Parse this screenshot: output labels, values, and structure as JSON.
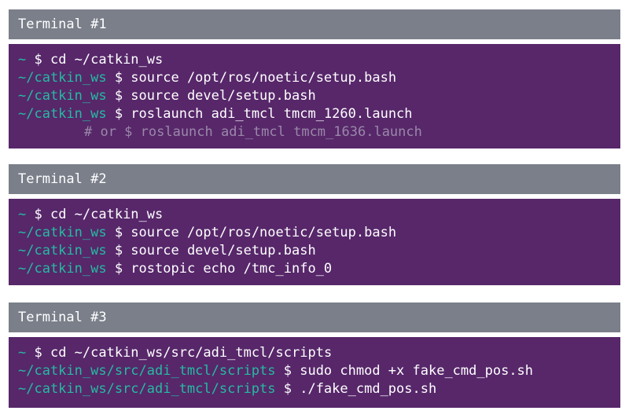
{
  "terminals": [
    {
      "title": "Terminal #1",
      "lines": [
        {
          "path": "~",
          "cmd": " $ cd ~/catkin_ws"
        },
        {
          "path": "~/catkin_ws",
          "cmd": " $ source /opt/ros/noetic/setup.bash"
        },
        {
          "path": "~/catkin_ws",
          "cmd": " $ source devel/setup.bash"
        },
        {
          "path": "~/catkin_ws",
          "cmd": " $ roslaunch adi_tmcl tmcm_1260.launch"
        }
      ],
      "comment": "# or $ roslaunch adi_tmcl tmcm_1636.launch"
    },
    {
      "title": "Terminal #2",
      "lines": [
        {
          "path": "~",
          "cmd": " $ cd ~/catkin_ws"
        },
        {
          "path": "~/catkin_ws",
          "cmd": " $ source /opt/ros/noetic/setup.bash"
        },
        {
          "path": "~/catkin_ws",
          "cmd": " $ source devel/setup.bash"
        },
        {
          "path": "~/catkin_ws",
          "cmd": " $ rostopic echo /tmc_info_0"
        }
      ]
    },
    {
      "title": "Terminal #3",
      "lines": [
        {
          "path": "~",
          "cmd": " $ cd ~/catkin_ws/src/adi_tmcl/scripts"
        },
        {
          "path": "~/catkin_ws/src/adi_tmcl/scripts",
          "cmd": " $ sudo chmod +x fake_cmd_pos.sh"
        },
        {
          "path": "~/catkin_ws/src/adi_tmcl/scripts",
          "cmd": " $ ./fake_cmd_pos.sh"
        }
      ]
    }
  ],
  "colors": {
    "header_bg": "#7a7f8a",
    "body_bg": "#57276a",
    "path": "#25bba1",
    "text": "#ffffff",
    "comment": "#9a88a8"
  }
}
